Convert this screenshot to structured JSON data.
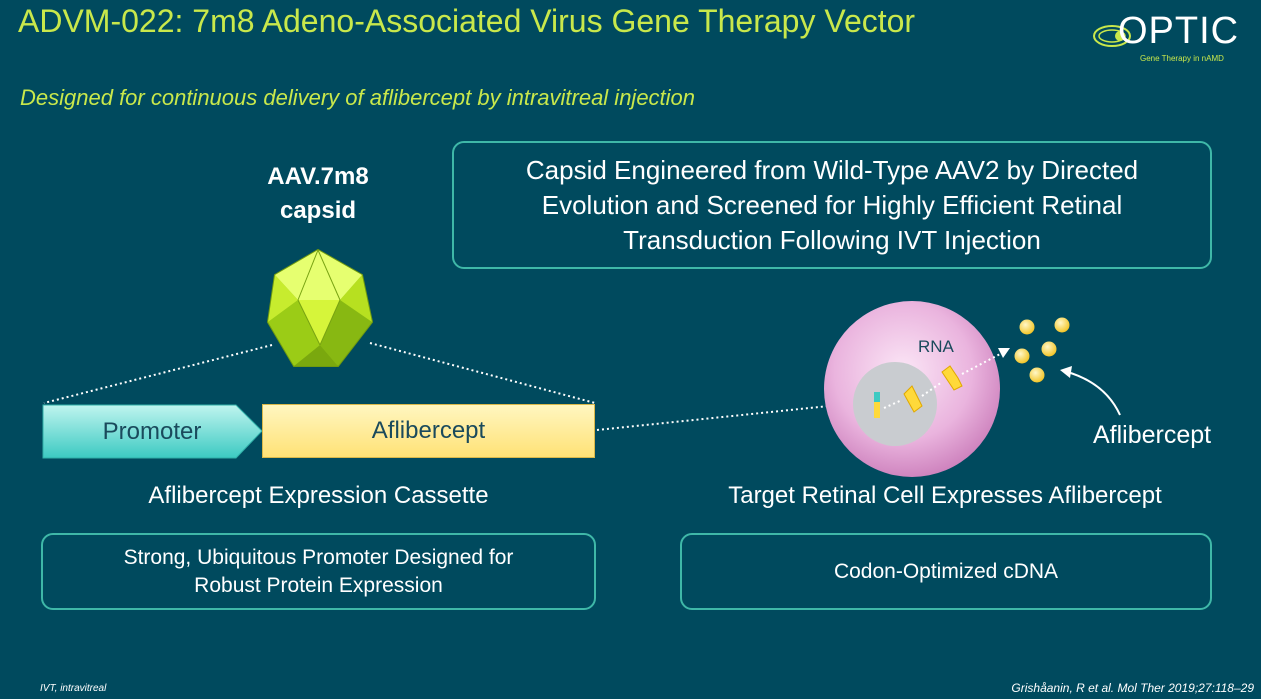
{
  "header": {
    "title": "ADVM-022: 7m8 Adeno-Associated Virus Gene Therapy Vector",
    "subtitle": "Designed for continuous delivery of aflibercept by intravitreal injection"
  },
  "logo": {
    "text": "OPTIC",
    "tagline": "Gene Therapy in nAMD"
  },
  "capsid": {
    "label_line1": "AAV.7m8",
    "label_line2": "capsid"
  },
  "capsid_box": {
    "text": "Capsid Engineered from Wild-Type AAV2 by Directed Evolution and Screened for Highly Efficient Retinal Transduction Following IVT Injection"
  },
  "cassette": {
    "promoter": "Promoter",
    "gene": "Aflibercept",
    "caption": "Aflibercept Expression Cassette",
    "note": "Strong, Ubiquitous Promoter Designed for Robust Protein Expression"
  },
  "cell": {
    "rna_label": "RNA",
    "product_label": "Aflibercept",
    "caption": "Target Retinal Cell Expresses Aflibercept",
    "note": "Codon-Optimized cDNA"
  },
  "footer": {
    "abbreviation": "IVT, intravitreal",
    "reference": "Grishåanin, R et al. Mol Ther 2019;27:118–29"
  },
  "colors": {
    "background": "#004a5e",
    "title": "#c9e84b",
    "box_border": "#3fb8a8",
    "promoter_fill": "#5fd6cf",
    "gene_fill": "#ffe276",
    "cell_fill": "#e3a6d6",
    "nucleus_fill": "#c9ccd0",
    "protein_dot": "#ffd93a"
  }
}
